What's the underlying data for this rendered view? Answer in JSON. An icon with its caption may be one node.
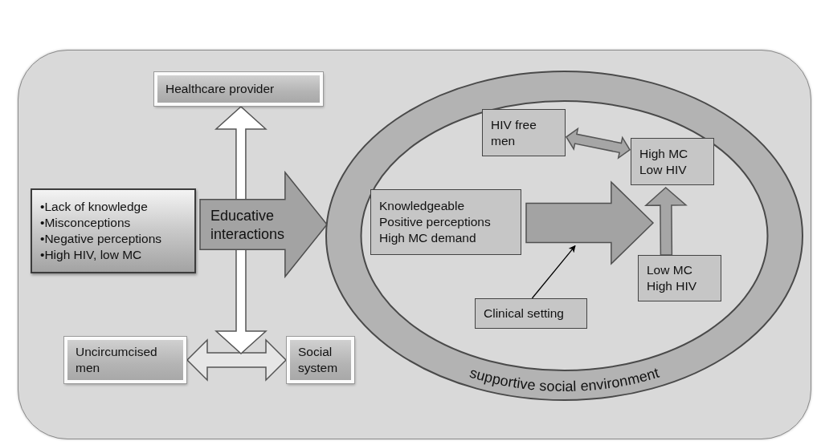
{
  "diagram": {
    "nodes": [
      {
        "text": [
          "Healthcare provider"
        ]
      },
      {
        "text": [
          "•Lack of knowledge",
          "•Misconceptions",
          "•Negative perceptions",
          "•High HIV, low MC"
        ]
      },
      {
        "text": [
          "Educative interactions"
        ]
      },
      {
        "text": [
          "Uncircumcised men"
        ]
      },
      {
        "text": [
          "Social system"
        ]
      },
      {
        "text": [
          "supportive social environment"
        ]
      },
      {
        "text": [
          "HIV free men"
        ],
        "in": 5
      },
      {
        "text": [
          "High MC Low HIV"
        ],
        "in": 5
      },
      {
        "text": [
          "Knowledgeable",
          "Positive perceptions",
          "High MC demand"
        ],
        "in": 5
      },
      {
        "text": [
          "Low MC High HIV"
        ],
        "in": 5
      },
      {
        "text": [
          "Clinical setting"
        ],
        "in": 5
      },
      {
        "text": [],
        "shape": "arrow",
        "in": 5
      }
    ],
    "edges": [
      {
        "from": 3,
        "to": 4,
        "arrow": "both",
        "style": "thick",
        "color": "#e6e6e6"
      },
      {
        "from": null,
        "to": 0,
        "arrow": "both",
        "style": "thick",
        "color": "#ffffff"
      },
      {
        "from": 6,
        "to": 7,
        "arrow": "both",
        "style": "thick"
      },
      {
        "from": 9,
        "to": 7,
        "arrow": "to",
        "style": "thick"
      },
      {
        "from": 10,
        "to": 11,
        "arrow": "to",
        "color": "#000000"
      }
    ]
  }
}
